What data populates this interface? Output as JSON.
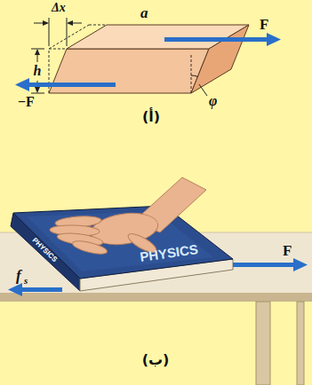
{
  "diagram": {
    "labels": [
      "Δx",
      "a",
      "h",
      "F",
      "−F",
      "φ",
      "(أ)",
      "PHYSICS",
      "PHYSICS",
      "F",
      "f",
      "s",
      "(ب)"
    ]
  }
}
